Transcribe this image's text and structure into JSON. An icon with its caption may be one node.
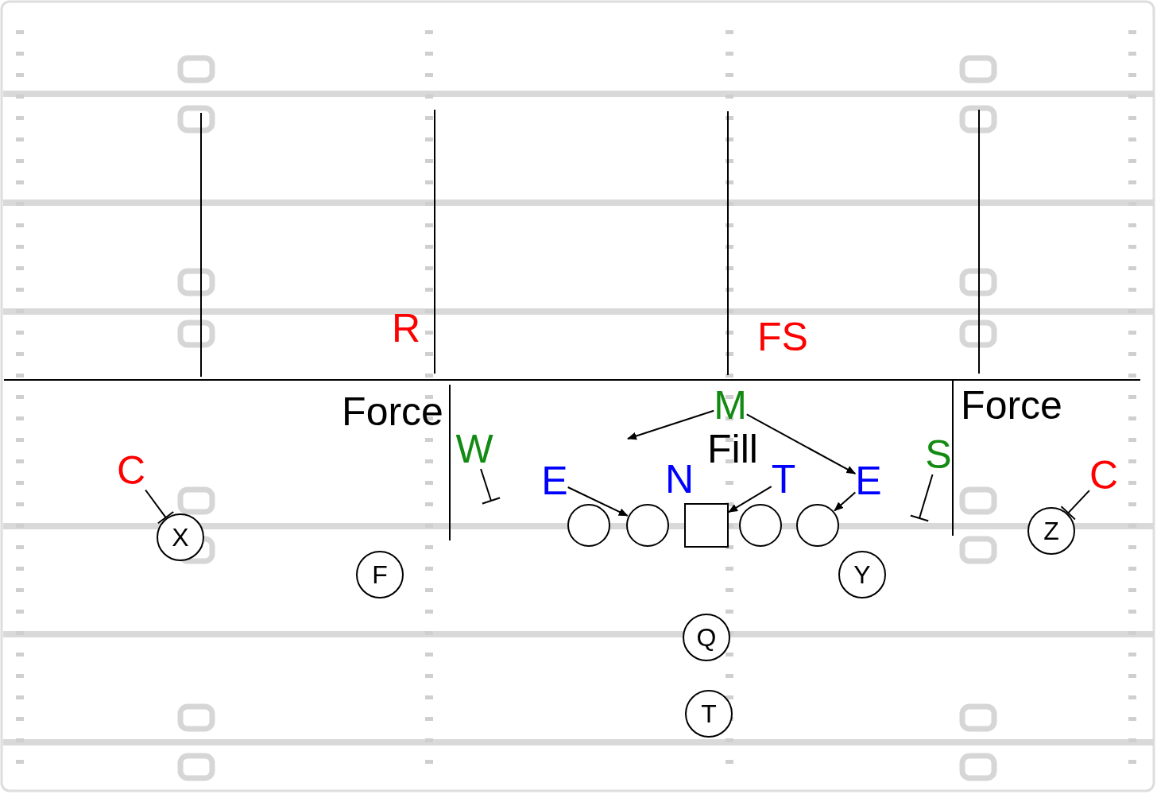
{
  "diagram": {
    "nodes": [
      {
        "text": [
          "M"
        ]
      },
      {
        "text": [
          "W"
        ]
      },
      {
        "text": [
          "S"
        ]
      },
      {
        "text": [
          "C"
        ]
      },
      {
        "text": [
          "C"
        ]
      },
      {
        "text": [
          "E"
        ]
      },
      {
        "text": [
          "T"
        ]
      },
      {
        "text": [
          "E"
        ]
      },
      {
        "text": [],
        "shape": "circle"
      },
      {
        "text": [],
        "shape": "circle"
      },
      {
        "text": [],
        "shape": "box"
      },
      {
        "text": [],
        "shape": "circle"
      },
      {
        "text": [],
        "shape": "circle"
      },
      {
        "text": [
          "Z"
        ]
      },
      {
        "text": [
          "X"
        ]
      },
      {
        "text": [
          "F"
        ]
      },
      {
        "text": [
          "Y"
        ]
      },
      {
        "text": [
          "Q"
        ]
      },
      {
        "text": [
          "T"
        ]
      }
    ],
    "edges": [
      {
        "from": 0,
        "to": null,
        "arrow": "to"
      },
      {
        "from": 0,
        "to": 7,
        "arrow": "to"
      },
      {
        "from": 1,
        "to": null,
        "arrow": "other"
      },
      {
        "from": 2,
        "to": null,
        "arrow": "other"
      },
      {
        "from": 3,
        "to": 14,
        "arrow": "other"
      },
      {
        "from": 4,
        "to": 13,
        "arrow": "other"
      },
      {
        "from": 5,
        "to": 9,
        "arrow": "to"
      },
      {
        "from": 6,
        "to": 10,
        "arrow": "to"
      },
      {
        "from": 7,
        "to": 12,
        "arrow": "to"
      }
    ],
    "labels": [
      "R",
      "FS",
      "Force",
      "Force",
      "Fill",
      "N"
    ]
  }
}
